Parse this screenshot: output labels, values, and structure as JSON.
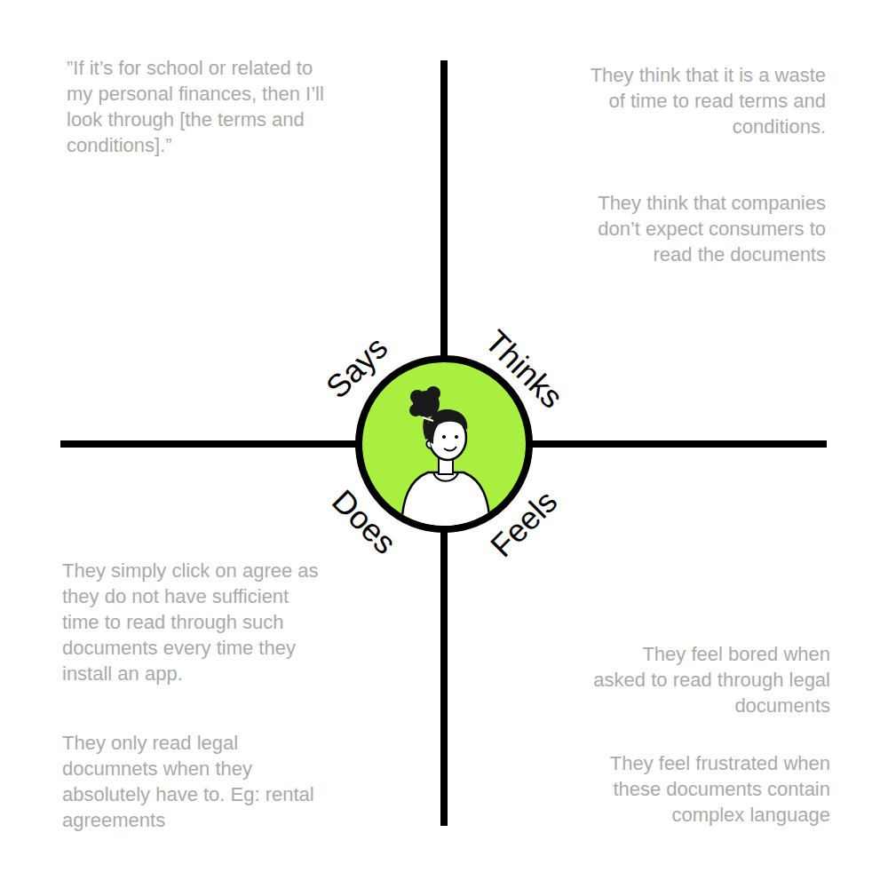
{
  "diagram": {
    "labels": [
      "”If it’s for school or related to my personal finances, then I’ll look through [the terms and conditions].”",
      "They think that it is a waste of time to read terms and conditions.",
      "They think that companies don’t expect consumers to read the documents",
      "Says",
      "Thinks",
      "Does",
      "Feels",
      "They simply click on agree as they do not have sufficient time to read through such documents every time they install an app.",
      "They only read legal documnets when they absolutely have to. Eg: rental agreements",
      "They feel bored when asked to read through legal documents",
      "They feel frustrated when these documents contain complex language"
    ]
  }
}
